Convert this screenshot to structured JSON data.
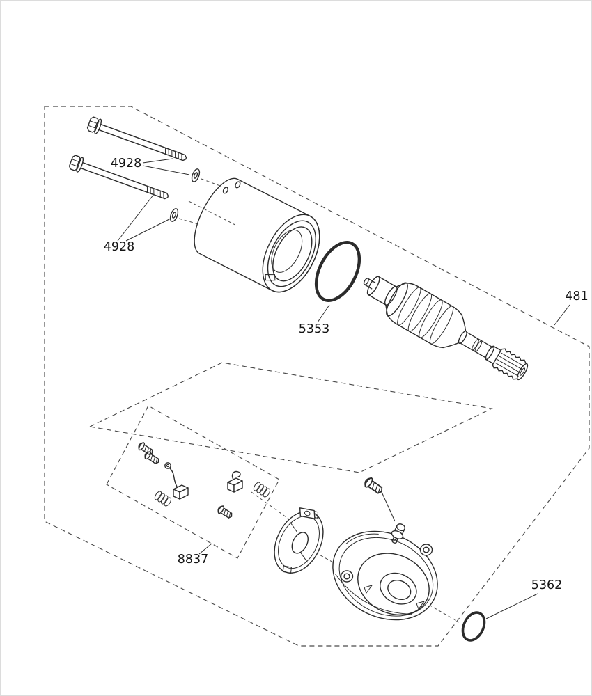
{
  "page": {
    "background_color": "#ffffff",
    "line_color": "#2b2b2b",
    "dash_color": "#4a4a4a"
  },
  "diagram": {
    "labels": {
      "bolt_set_upper": "4928",
      "bolt_set_lower": "4928",
      "large_o_ring": "5353",
      "assembly": "481",
      "brush_kit": "8837",
      "small_o_ring": "5362"
    }
  }
}
